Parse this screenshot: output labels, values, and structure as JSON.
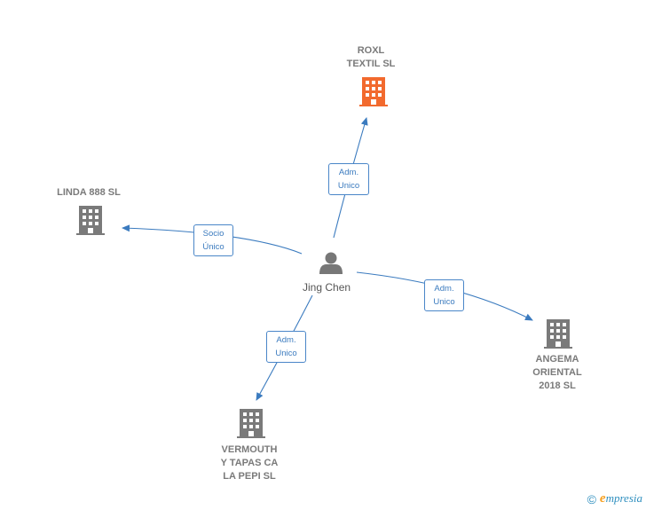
{
  "colors": {
    "edge": "#3b7bbf",
    "company_gray": "#7a7a7a",
    "company_highlight": "#f26a2e",
    "person": "#777777"
  },
  "person": {
    "name": "Jing Chen",
    "icon": "person-icon"
  },
  "companies": {
    "roxl": {
      "line1": "ROXL",
      "line2": "TEXTIL  SL",
      "icon": "building-icon"
    },
    "linda": {
      "line1": "LINDA 888  SL",
      "icon": "building-icon"
    },
    "angema": {
      "line1": "ANGEMA",
      "line2": "ORIENTAL",
      "line3": "2018  SL",
      "icon": "building-icon"
    },
    "vermouth": {
      "line1": "VERMOUTH",
      "line2": "Y TAPAS CA",
      "line3": "LA PEPI SL",
      "icon": "building-icon"
    }
  },
  "edges": {
    "roxl": {
      "line1": "Adm.",
      "line2": "Unico"
    },
    "linda": {
      "line1": "Socio",
      "line2": "Único"
    },
    "angema": {
      "line1": "Adm.",
      "line2": "Unico"
    },
    "vermouth": {
      "line1": "Adm.",
      "line2": "Unico"
    }
  },
  "footer": {
    "copyright": "©",
    "brand_initial": "e",
    "brand_rest": "mpresia"
  }
}
